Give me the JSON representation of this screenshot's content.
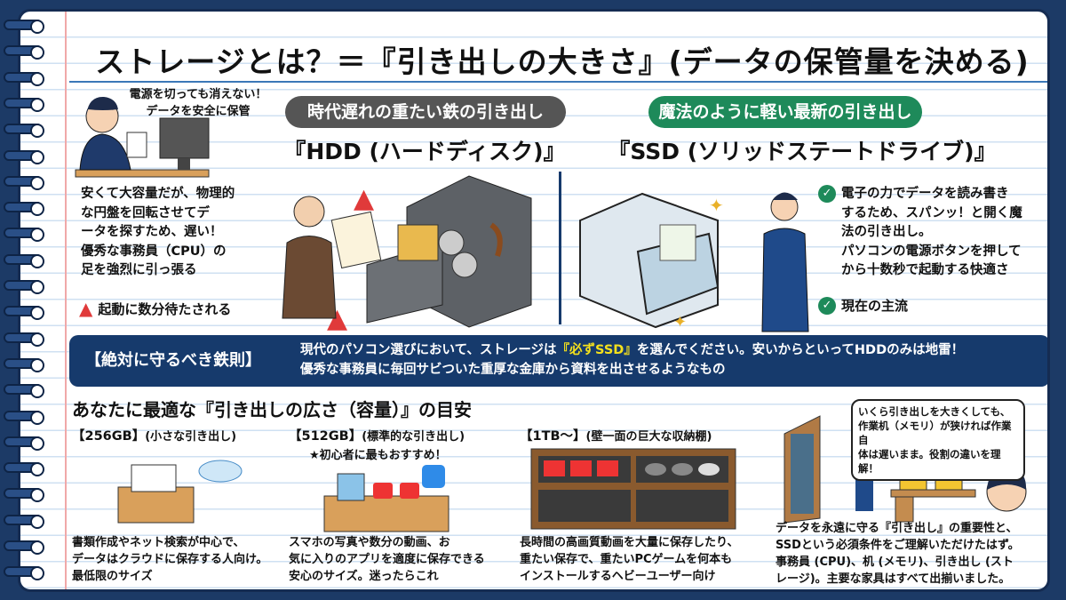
{
  "title": "ストレージとは？＝『引き出しの大きさ』(データの保管量を決める)",
  "intro": {
    "caption": [
      "電源を切っても消えない！",
      "データを安全に保管"
    ]
  },
  "hdd": {
    "tag": "時代遅れの重たい鉄の引き出し",
    "name": "『HDD (ハードディスク)』",
    "description": [
      "安くて大容量だが、物理的",
      "な円盤を回転させてデ",
      "ータを探すため、遅い！",
      "優秀な事務員（CPU）の",
      "足を強烈に引っ張る"
    ],
    "warning": "起動に数分待たされる"
  },
  "ssd": {
    "tag": "魔法のように軽い最新の引き出し",
    "name": "『SSD (ソリッドステートドライブ)』",
    "description": [
      "電子の力でデータを読み書き",
      "するため、スパンッ！と開く魔",
      "法の引き出し。",
      "パソコンの電源ボタンを押して",
      "から十数秒で起動する快適さ"
    ],
    "mainstream": "現在の主流"
  },
  "rule": {
    "label": "【絶対に守るべき鉄則】",
    "line1_pre": "現代のパソコン選びにおいて、ストレージは",
    "line1_hl": "『必ずSSD』",
    "line1_post": "を選んでください。安いからといってHDDのみは地雷！",
    "line2": "優秀な事務員に毎回サビついた重厚な金庫から資料を出させるようなもの"
  },
  "capacity": {
    "heading": "あなたに最適な『引き出しの広さ（容量）』の目安",
    "options": [
      {
        "label": "【256GB】",
        "sub": "(小さな引き出し)",
        "desc": [
          "書類作成やネット検索が中心で、",
          "データはクラウドに保存する人向け。",
          "最低限のサイズ"
        ]
      },
      {
        "label": "【512GB】",
        "sub": "(標準的な引き出し)",
        "badge": "★初心者に最もおすすめ！",
        "desc": [
          "スマホの写真や数分の動画、お",
          "気に入りのアプリを適度に保存できる",
          "安心のサイズ。迷ったらこれ"
        ]
      },
      {
        "label": "【1TB～】",
        "sub": "(壁一面の巨大な収納棚)",
        "desc": [
          "長時間の高画質動画を大量に保存したり、",
          "重たい保存で、重たいPCゲームを何本も",
          "インストールするヘビーユーザー向け"
        ]
      }
    ]
  },
  "summary": {
    "bubble": [
      "いくら引き出しを大きくしても、",
      "作業机（メモリ）が狭ければ作業自",
      "体は遅いまま。役割の違いを理解！"
    ],
    "text": [
      "データを永遠に守る『引き出し』の重要性と、",
      "SSDという必須条件をご理解いただけたはず。",
      "事務員 (CPU)、机 (メモリ)、引き出し (スト",
      "レージ)。主要な家具はすべて出揃いました。"
    ]
  },
  "colors": {
    "navy": "#163a6c",
    "green": "#1e8a5a",
    "gray": "#555555",
    "warning": "#e03a3a",
    "highlight": "#f5e11c"
  }
}
